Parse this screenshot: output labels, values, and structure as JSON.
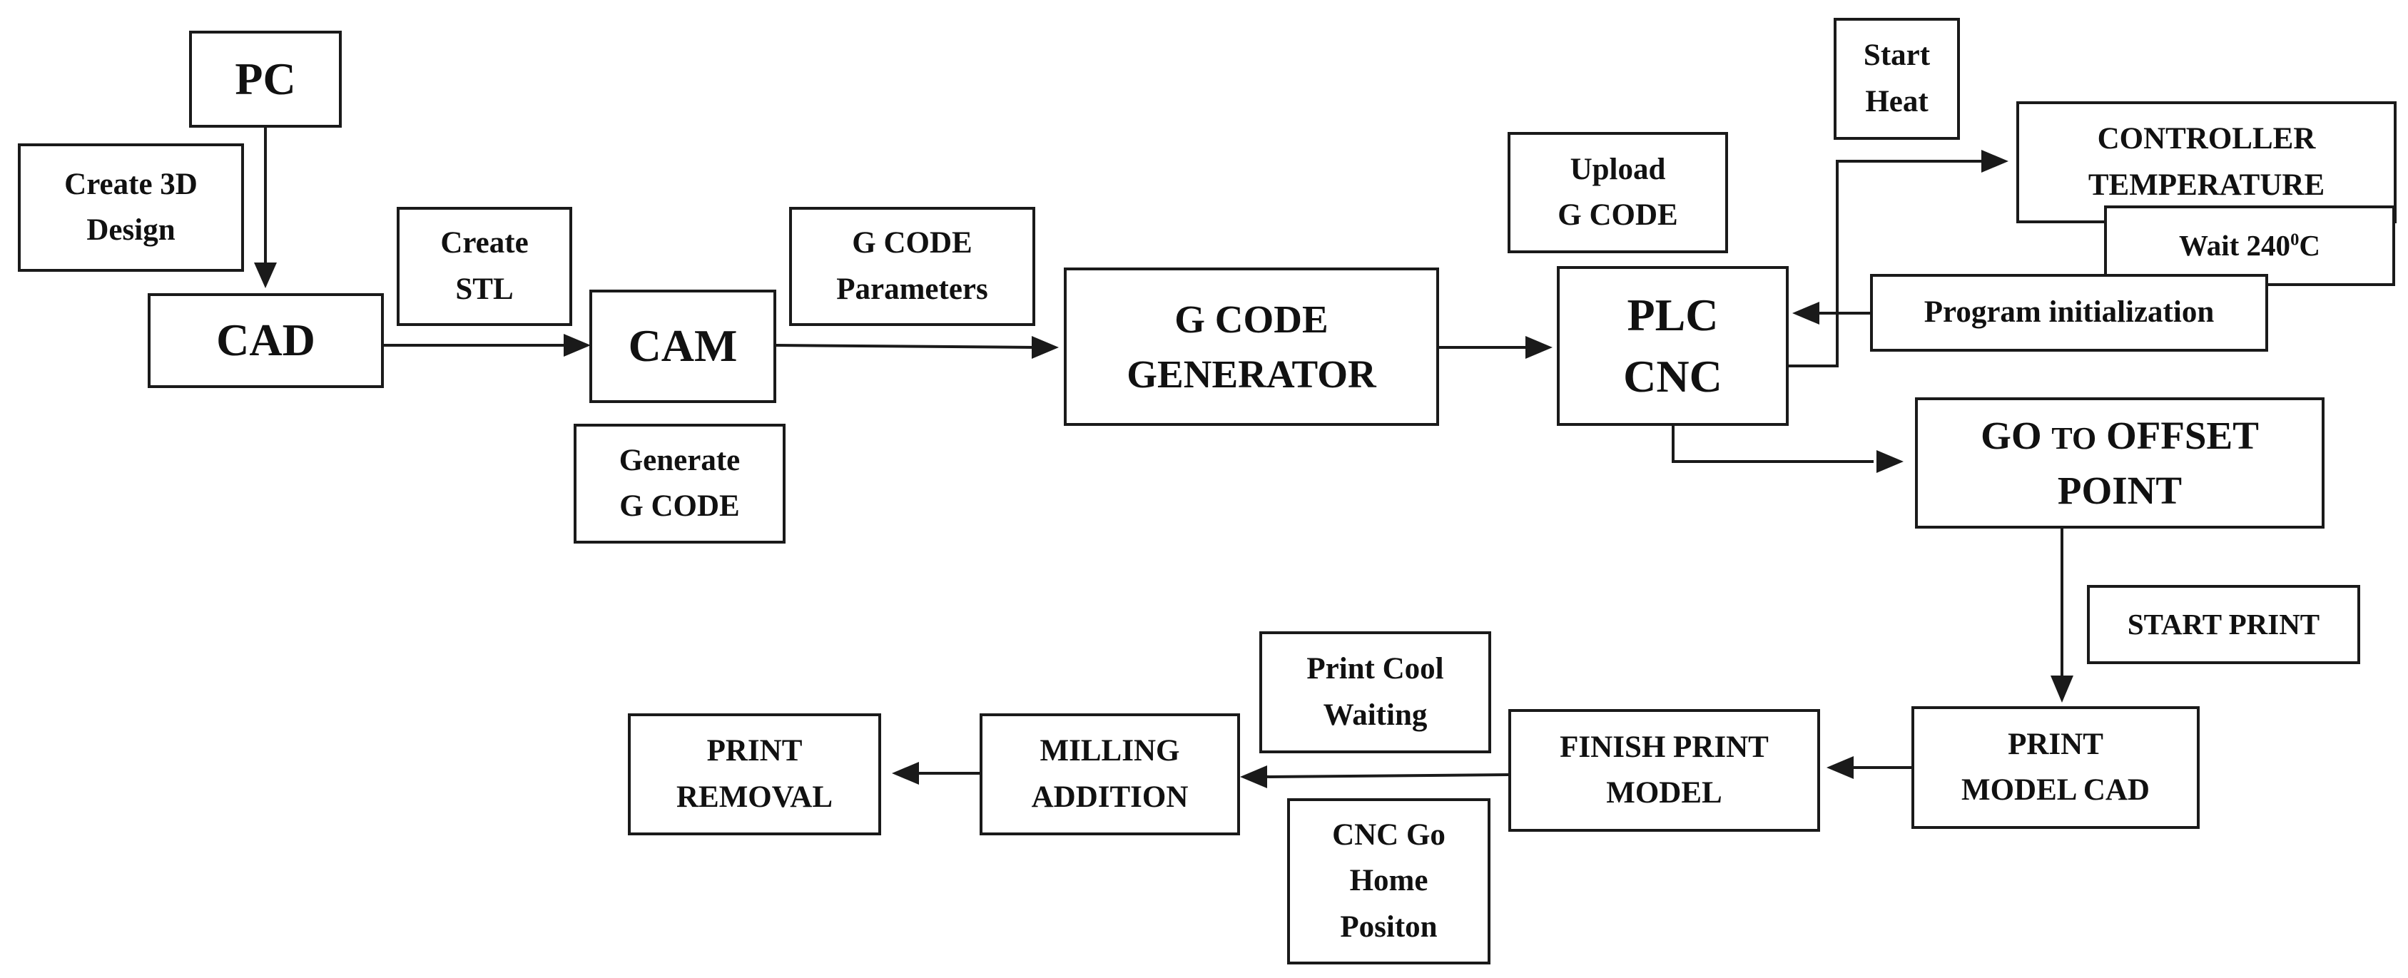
{
  "diagram": {
    "nodes": {
      "pc": "PC",
      "create_3d": [
        "Create 3D",
        "Design"
      ],
      "cad": "CAD",
      "create_stl": [
        "Create",
        "STL"
      ],
      "cam": "CAM",
      "generate_gcode": [
        "Generate",
        "G CODE"
      ],
      "gcode_params": [
        "G CODE",
        "Parameters"
      ],
      "gcode_gen": [
        "G CODE",
        "GENERATOR"
      ],
      "upload_gcode": [
        "Upload",
        "G CODE"
      ],
      "plc_cnc": [
        "PLC",
        "CNC"
      ],
      "start_heat": [
        "Start",
        "Heat"
      ],
      "controller_temp": [
        "CONTROLLER",
        "TEMPERATURE"
      ],
      "wait_240": "Wait 240",
      "wait_240_sup": "0",
      "wait_240_unit": "C",
      "program_init": "Program initialization",
      "go_offset_a": "GO ",
      "go_offset_to": "TO",
      "go_offset_b": " OFFSET",
      "go_offset_c": "POINT",
      "start_print": "START PRINT",
      "print_model_cad": [
        "PRINT",
        "MODEL CAD"
      ],
      "finish_print": [
        "FINISH PRINT",
        "MODEL"
      ],
      "print_cool": [
        "Print Cool",
        "Waiting"
      ],
      "cnc_go_home": [
        "CNC Go",
        "Home",
        "Positon"
      ],
      "milling": [
        "MILLING",
        "ADDITION"
      ],
      "print_removal": [
        "PRINT",
        "REMOVAL"
      ]
    },
    "colors": {
      "line": "#1a1a1a",
      "box_fill": "#ffffff",
      "text": "#111111"
    }
  }
}
